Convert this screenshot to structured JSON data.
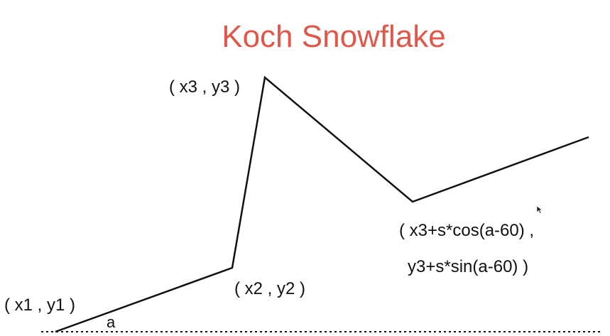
{
  "title": "Koch Snowflake",
  "colors": {
    "title": "#e0574b",
    "stroke": "#111111",
    "background": "#ffffff"
  },
  "labels": {
    "p1": "( x1 , y1 )",
    "p2": "( x2 , y2 )",
    "p3": "( x3 , y3 )",
    "p4_line1": "( x3+s*cos(a-60) ,",
    "p4_line2": "y3+s*sin(a-60) )",
    "angle": "a"
  }
}
